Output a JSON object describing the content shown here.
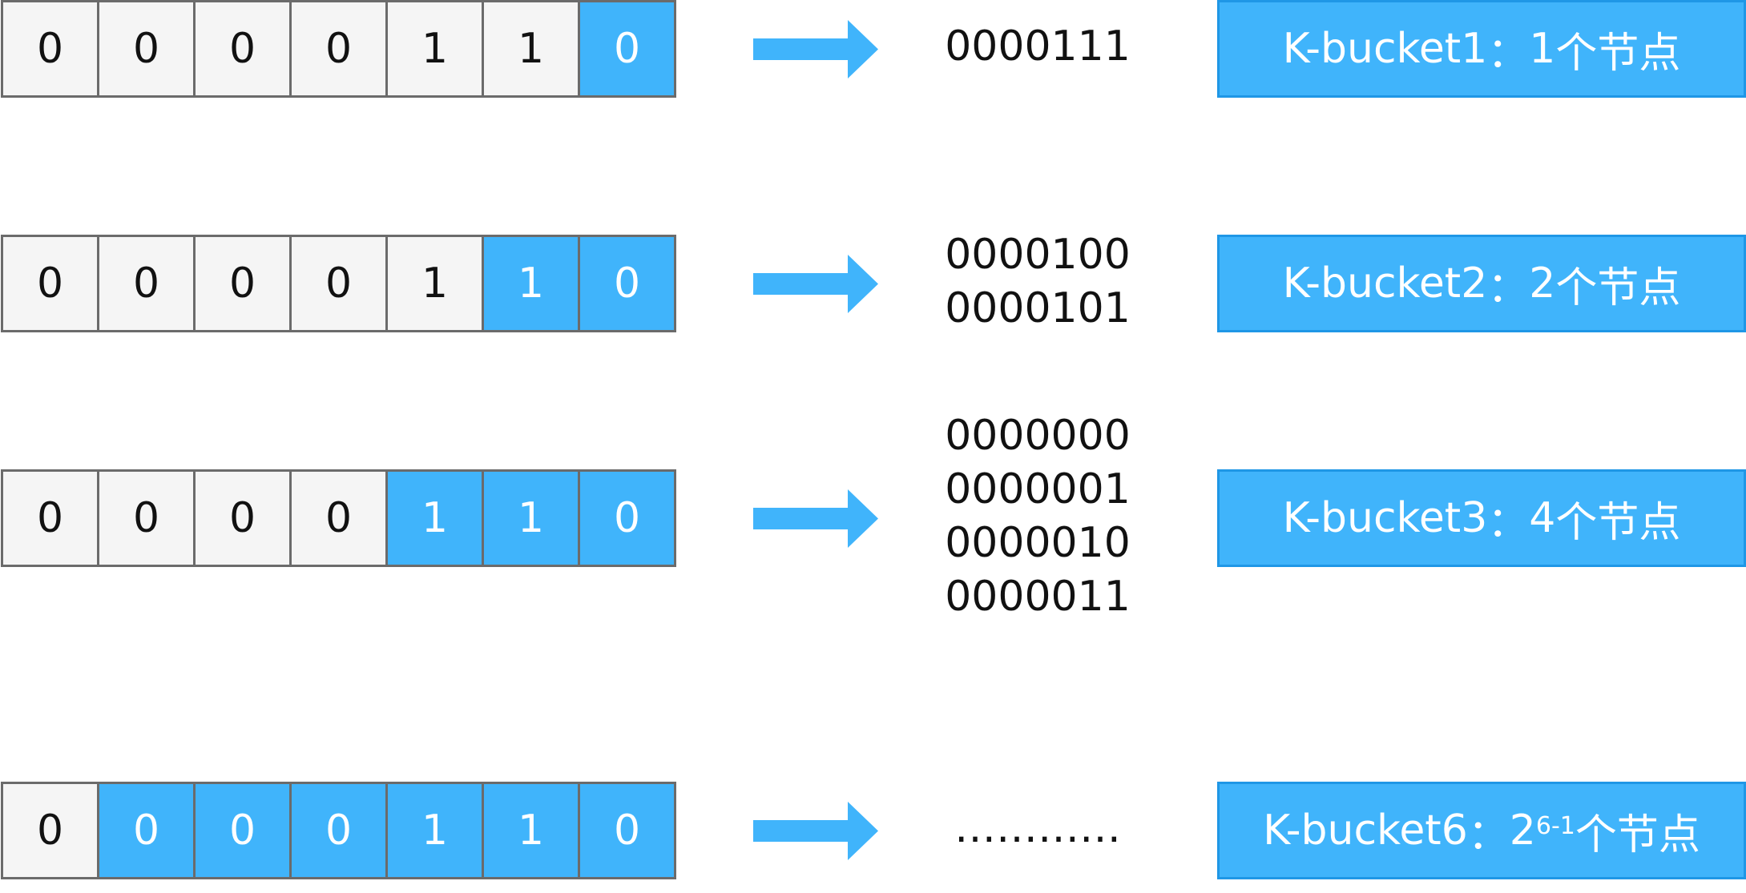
{
  "colors": {
    "accent": "#40b4fb",
    "accent_border": "#1f97e6",
    "cell_bg": "#f5f5f5",
    "cell_border": "#6b6b6b"
  },
  "rows": [
    {
      "bits": [
        "0",
        "0",
        "0",
        "0",
        "1",
        "1",
        "0"
      ],
      "highlighted_from_index": 6,
      "node_ids": [
        "0000111"
      ],
      "bucket": {
        "name": "K-bucket1",
        "separator": "：",
        "count": "1",
        "exponent": "",
        "suffix": "个节点"
      }
    },
    {
      "bits": [
        "0",
        "0",
        "0",
        "0",
        "1",
        "1",
        "0"
      ],
      "highlighted_from_index": 5,
      "node_ids": [
        "0000100",
        "0000101"
      ],
      "bucket": {
        "name": "K-bucket2",
        "separator": "：",
        "count": "2",
        "exponent": "",
        "suffix": "个节点"
      }
    },
    {
      "bits": [
        "0",
        "0",
        "0",
        "0",
        "1",
        "1",
        "0"
      ],
      "highlighted_from_index": 4,
      "node_ids": [
        "0000000",
        "0000001",
        "0000010",
        "0000011"
      ],
      "bucket": {
        "name": "K-bucket3",
        "separator": "：",
        "count": "4",
        "exponent": "",
        "suffix": "个节点"
      }
    },
    {
      "bits": [
        "0",
        "0",
        "0",
        "0",
        "1",
        "1",
        "0"
      ],
      "highlighted_from_index": 1,
      "node_ids": [
        "…………"
      ],
      "bucket": {
        "name": "K-bucket6",
        "separator": "：",
        "count": "2",
        "exponent": "6-1",
        "suffix": "个节点"
      }
    }
  ]
}
